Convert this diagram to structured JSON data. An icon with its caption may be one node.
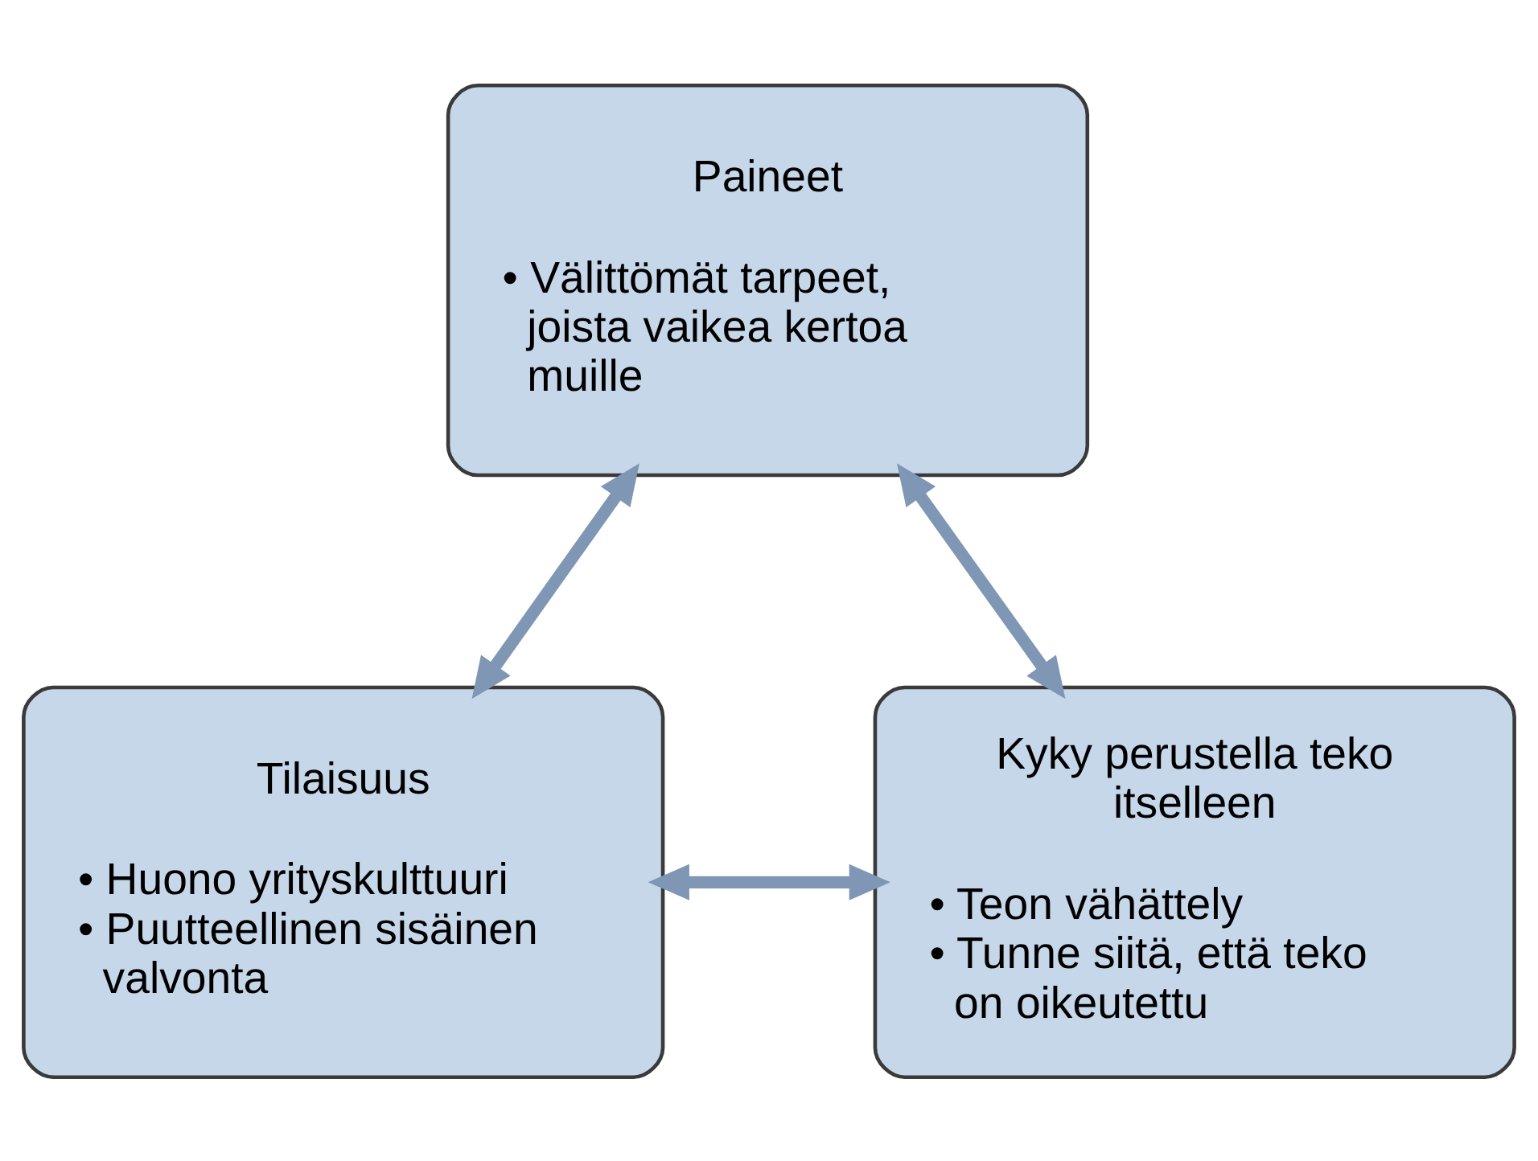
{
  "diagram": {
    "nodes": [
      {
        "text": [
          "Paineet",
          "• Välittömät tarpeet, joista vaikea kertoa muille"
        ]
      },
      {
        "text": [
          "Tilaisuus",
          "• Huono yrityskulttuuri",
          "• Puutteellinen sisäinen valvonta"
        ]
      },
      {
        "text": [
          "Kyky perustella teko itselleen",
          "• Teon vähättely",
          "• Tunne siitä, että teko on oikeutettu"
        ]
      }
    ],
    "edges": [
      {
        "from": 0,
        "to": 1,
        "arrow": "both"
      },
      {
        "from": 0,
        "to": 2,
        "arrow": "both"
      },
      {
        "from": 1,
        "to": 2,
        "arrow": "both"
      }
    ]
  }
}
